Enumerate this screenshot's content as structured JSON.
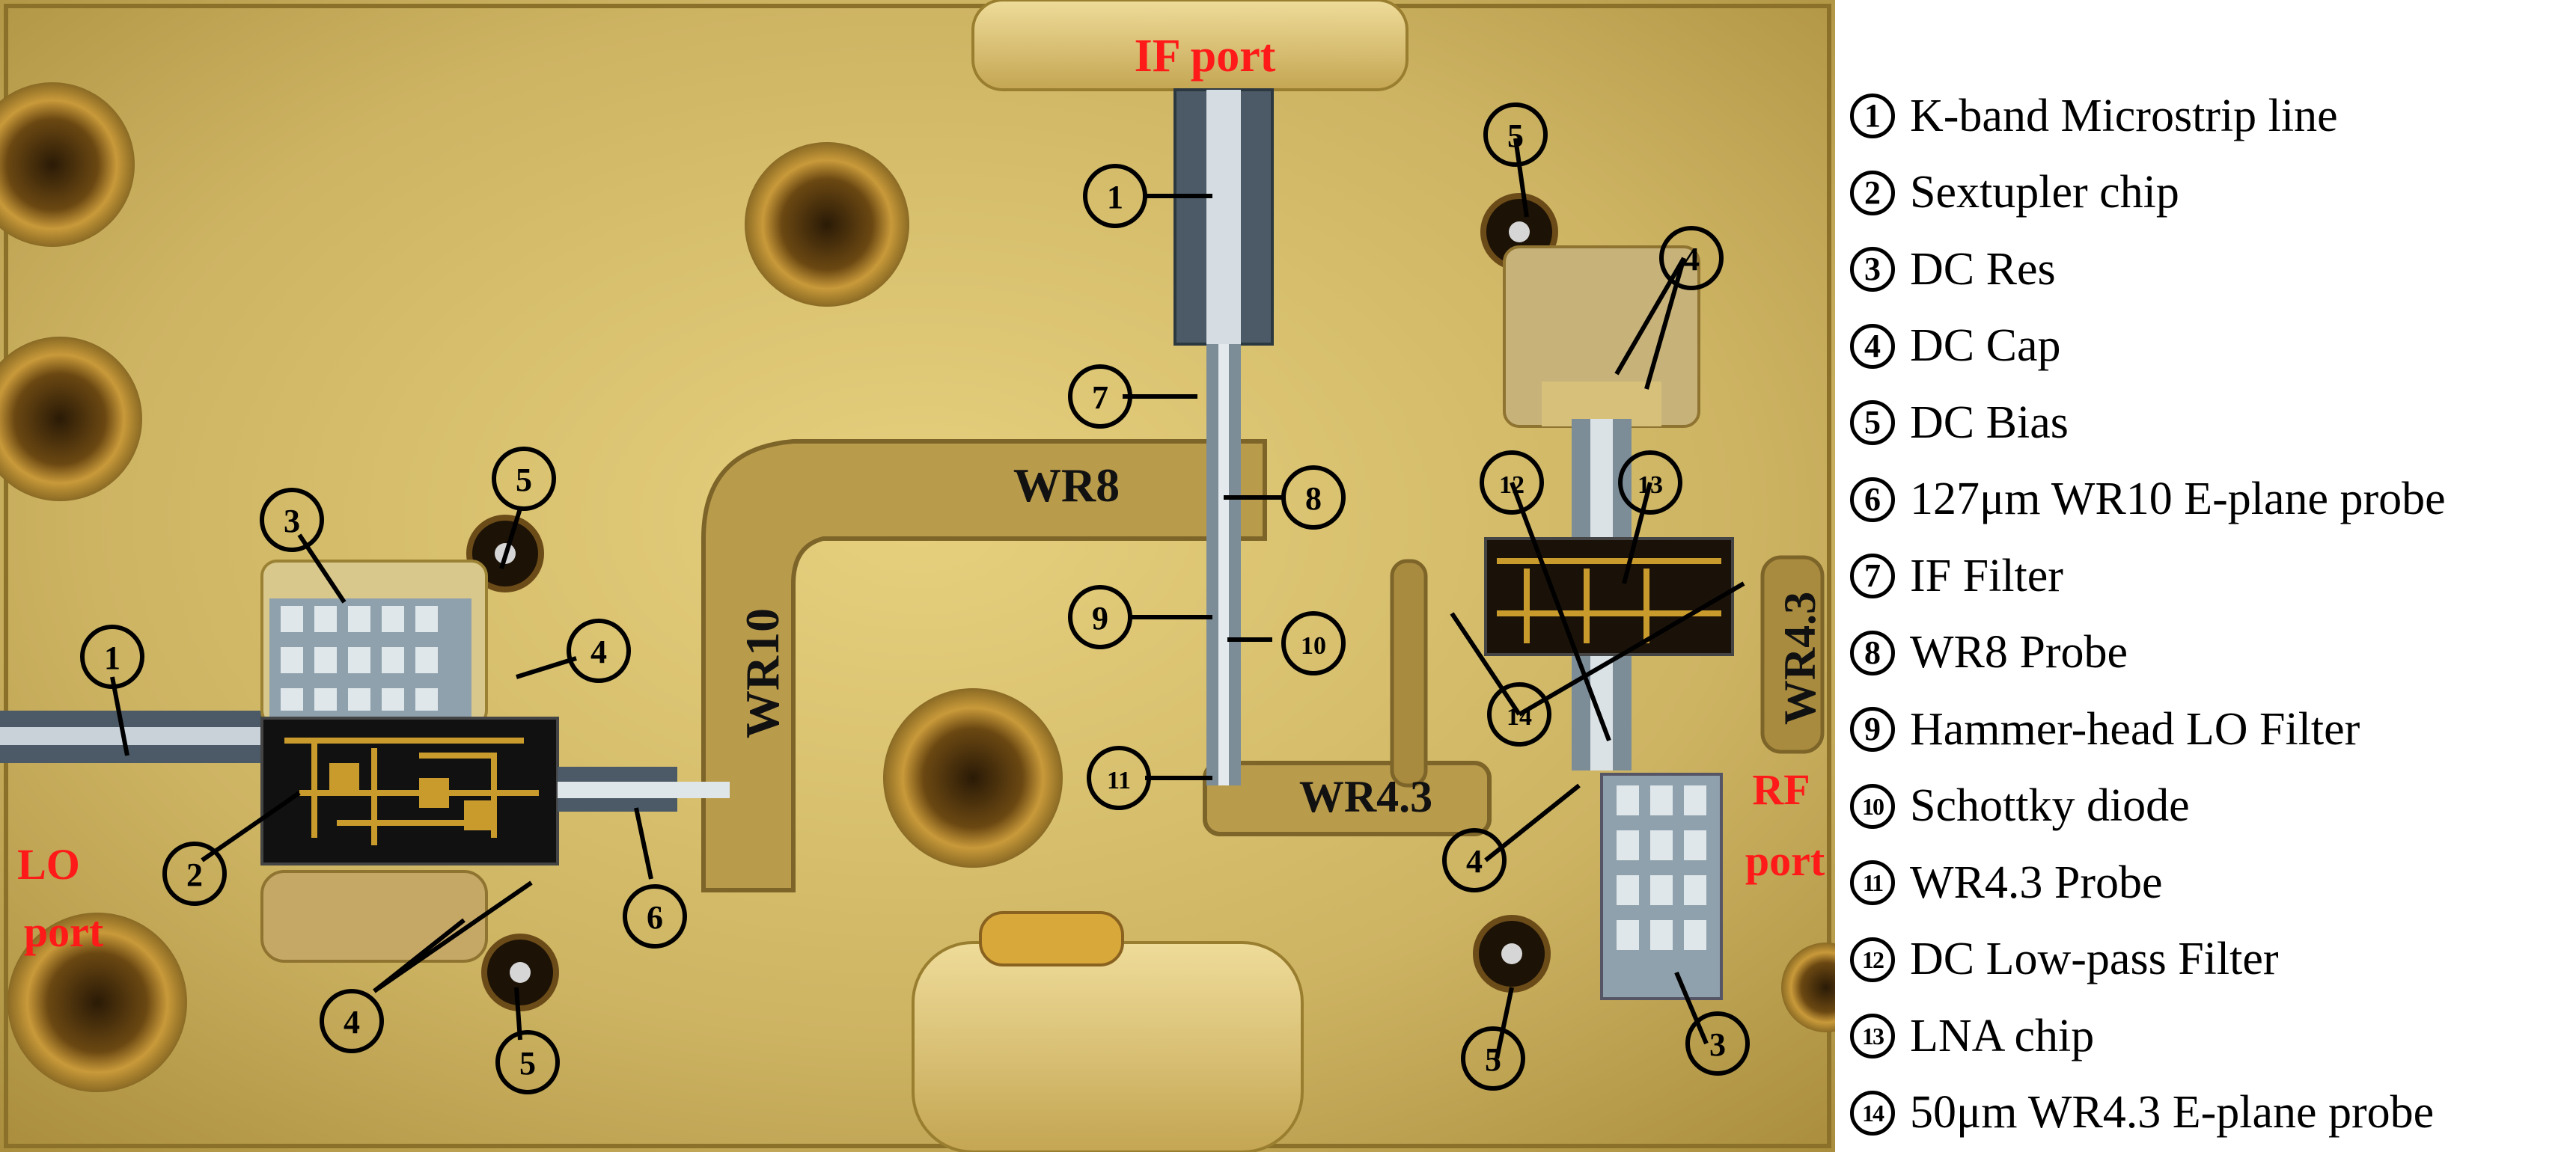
{
  "ports": {
    "if": "IF port",
    "lo_line1": "LO",
    "lo_line2": "port",
    "rf_line1": "RF",
    "rf_line2": "port"
  },
  "waveguides": {
    "wr8": "WR8",
    "wr10": "WR10",
    "wr43_h": "WR4.3",
    "wr43_v": "WR4.3"
  },
  "callouts": [
    "1",
    "2",
    "3",
    "4",
    "5",
    "6",
    "7",
    "8",
    "9",
    "10",
    "11",
    "12",
    "13",
    "14"
  ],
  "legend": [
    {
      "num": "1",
      "text": "K-band Microstrip line"
    },
    {
      "num": "2",
      "text": "Sextupler chip"
    },
    {
      "num": "3",
      "text": "DC Res"
    },
    {
      "num": "4",
      "text": "DC Cap"
    },
    {
      "num": "5",
      "text": "DC Bias"
    },
    {
      "num": "6",
      "text": "127μm WR10 E-plane probe"
    },
    {
      "num": "7",
      "text": "IF Filter"
    },
    {
      "num": "8",
      "text": "WR8 Probe"
    },
    {
      "num": "9",
      "text": "Hammer-head LO Filter"
    },
    {
      "num": "10",
      "text": "Schottky diode"
    },
    {
      "num": "11",
      "text": "WR4.3 Probe"
    },
    {
      "num": "12",
      "text": "DC Low-pass Filter"
    },
    {
      "num": "13",
      "text": "LNA chip"
    },
    {
      "num": "14",
      "text": "50μm WR4.3 E-plane probe"
    }
  ],
  "colors": {
    "housing": "#c9b064",
    "port_label": "#ff1a1a",
    "callout": "#000000"
  }
}
